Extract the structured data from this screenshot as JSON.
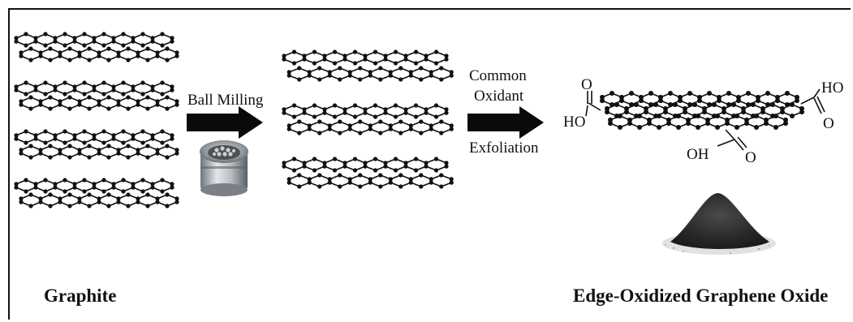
{
  "diagram": {
    "graphite_label": "Graphite",
    "step1_label": "Ball Milling",
    "step2_label_line1": "Common",
    "step2_label_line2": "Oxidant",
    "step2_label_line3": "Exfoliation",
    "product_label": "Edge-Oxidized Graphene Oxide",
    "groups": {
      "left_o": "O",
      "left_ho": "HO",
      "right_ho": "HO",
      "right_o": "O",
      "bottom_oh": "OH",
      "bottom_o": "O"
    }
  },
  "colors": {
    "ink": "#111111",
    "arrow": "#0a0a0a",
    "jar_metal": "#9aa0a6",
    "powder": "#2e2e2e"
  },
  "icons": [
    "graphite-stack",
    "ball-mill-jar",
    "expanded-graphite",
    "graphene-oxide-sheet",
    "powder-pile"
  ]
}
